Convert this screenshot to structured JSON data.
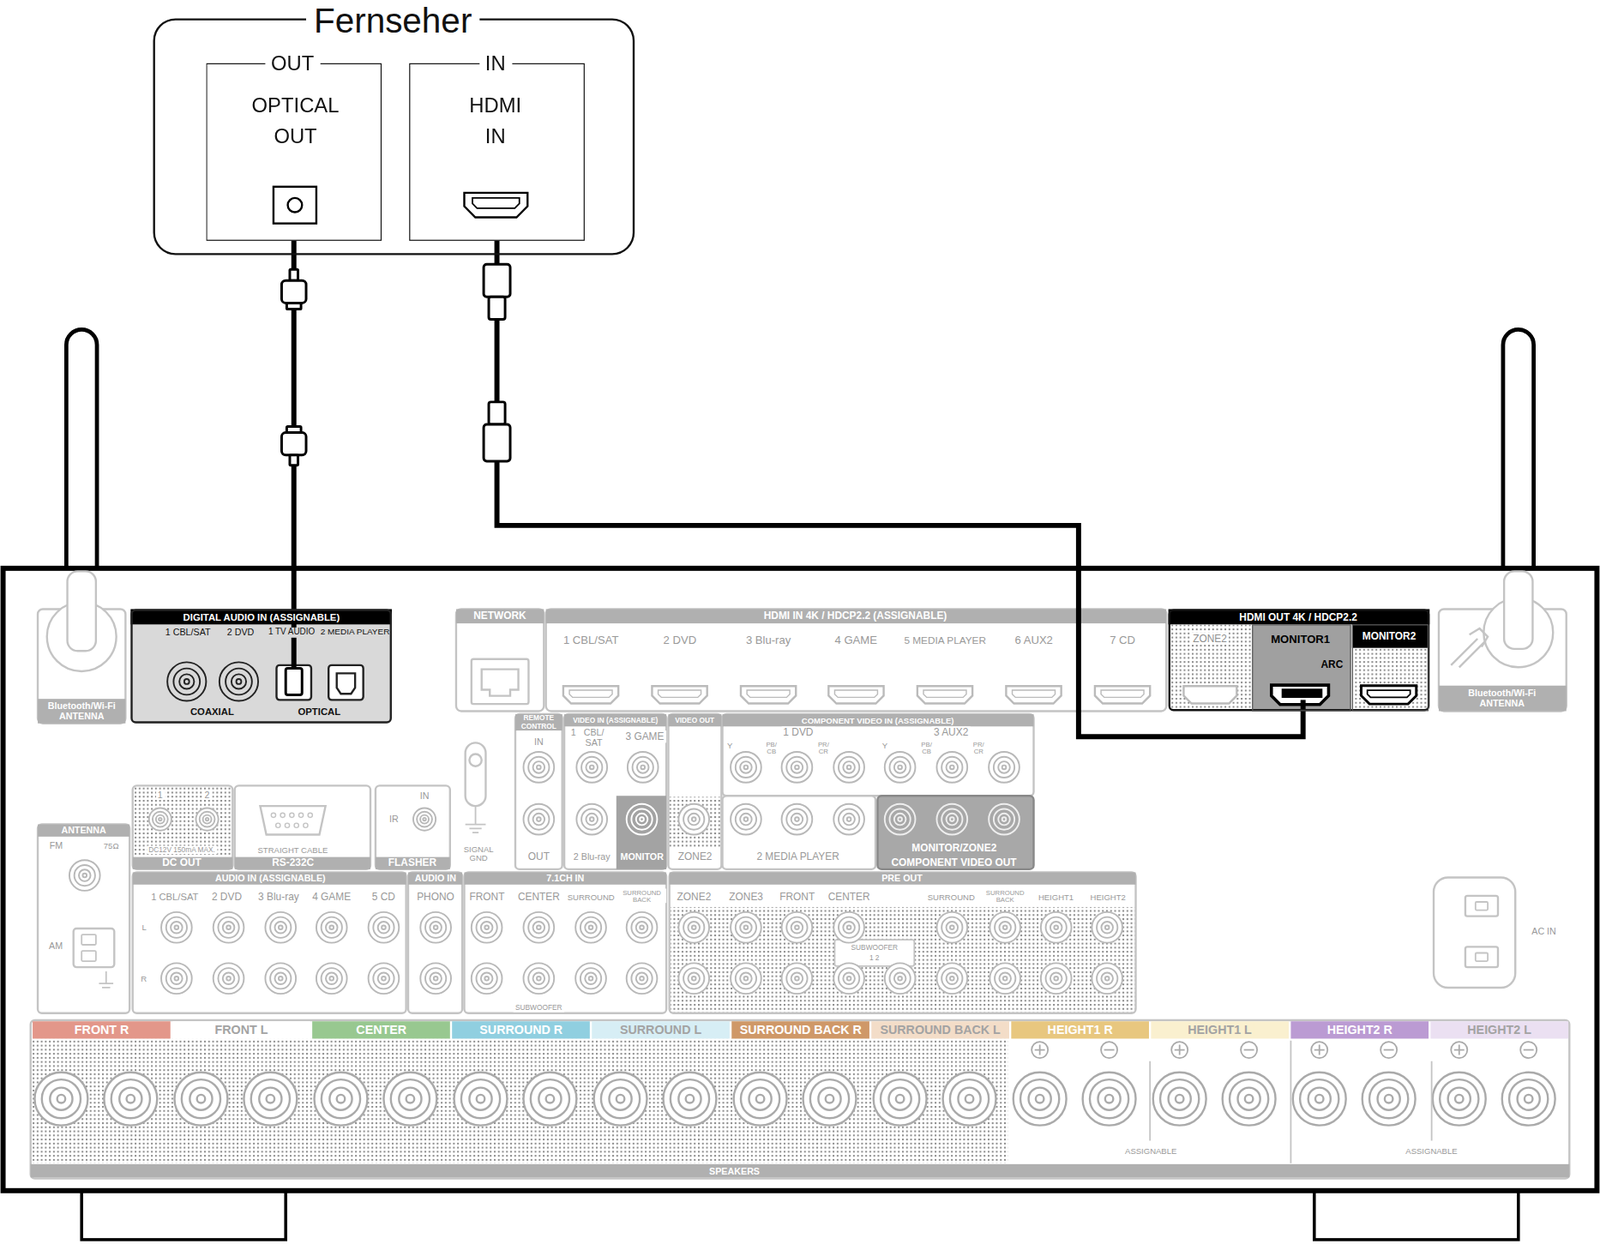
{
  "diagram": {
    "nodes": [
      {
        "text": [
          "Fernseher"
        ]
      },
      {
        "text": [
          "OUT",
          "OPTICAL OUT"
        ],
        "in": 0
      },
      {
        "text": [
          "IN",
          "HDMI IN"
        ],
        "in": 0
      },
      {
        "text": [
          "DIGITAL AUDIO IN (ASSIGNABLE)",
          "1 CBL/SAT",
          "2 DVD",
          "1 TV AUDIO",
          "2 MEDIA PLAYER",
          "COAXIAL",
          "OPTICAL"
        ]
      },
      {
        "text": [
          "HDMI OUT 4K / HDCP2.2",
          "ZONE2"
        ]
      },
      {
        "text": [
          "MONITOR1",
          "ARC"
        ],
        "in": 4
      },
      {
        "text": [
          "MONITOR2"
        ],
        "in": 4
      }
    ],
    "edges": [
      {
        "from": 1,
        "to": 3,
        "arrow": "none"
      },
      {
        "from": 2,
        "to": 5,
        "arrow": "none"
      }
    ],
    "labels": [
      "Bluetooth/Wi-Fi ANTENNA",
      "NETWORK",
      "HDMI IN 4K / HDCP2.2 (ASSIGNABLE)",
      "1 CBL/SAT",
      "2 DVD",
      "3 Blu-ray",
      "4 GAME",
      "5 MEDIA PLAYER",
      "6 AUX2",
      "7 CD",
      "Bluetooth/Wi-Fi ANTENNA",
      "REMOTE CONTROL",
      "IN",
      "OUT",
      "VIDEO IN (ASSIGNABLE)",
      "1",
      "CBL/ SAT",
      "3 GAME",
      "VIDEO OUT",
      "2 Blu-ray",
      "MONITOR",
      "ZONE2",
      "COMPONENT VIDEO IN (ASSIGNABLE)",
      "1 DVD",
      "Y",
      "PB/ CB",
      "PR/ CR",
      "3 AUX2",
      "Y",
      "PB/ CB",
      "PR/ CR",
      "2 MEDIA PLAYER",
      "MONITOR/ZONE2",
      "COMPONENT VIDEO OUT",
      "SIGNAL GND",
      "1",
      "2",
      "DC12V 150mA MAX.",
      "DC OUT",
      "STRAIGHT CABLE",
      "RS-232C",
      "IN",
      "IR",
      "FLASHER",
      "ANTENNA",
      "FM",
      "75Ω",
      "AM",
      "AUDIO IN (ASSIGNABLE)",
      "1 CBL/SAT",
      "2 DVD",
      "3 Blu-ray",
      "4 GAME",
      "5 CD",
      "L",
      "R",
      "AUDIO IN",
      "PHONO",
      "7.1CH IN",
      "FRONT",
      "CENTER",
      "SURROUND",
      "SURROUND BACK",
      "SUBWOOFER",
      "PRE OUT",
      "ZONE2",
      "ZONE3",
      "FRONT",
      "CENTER",
      "SURROUND",
      "SURROUND BACK",
      "HEIGHT1",
      "HEIGHT2",
      "SUBWOOFER",
      "1 2",
      "AC IN",
      "FRONT R",
      "FRONT L",
      "CENTER",
      "SURROUND R",
      "SURROUND L",
      "SURROUND BACK R",
      "SURROUND BACK L",
      "HEIGHT1 R",
      "HEIGHT1 L",
      "HEIGHT2 R",
      "HEIGHT2 L",
      "ASSIGNABLE",
      "ASSIGNABLE",
      "SPEAKERS"
    ]
  }
}
